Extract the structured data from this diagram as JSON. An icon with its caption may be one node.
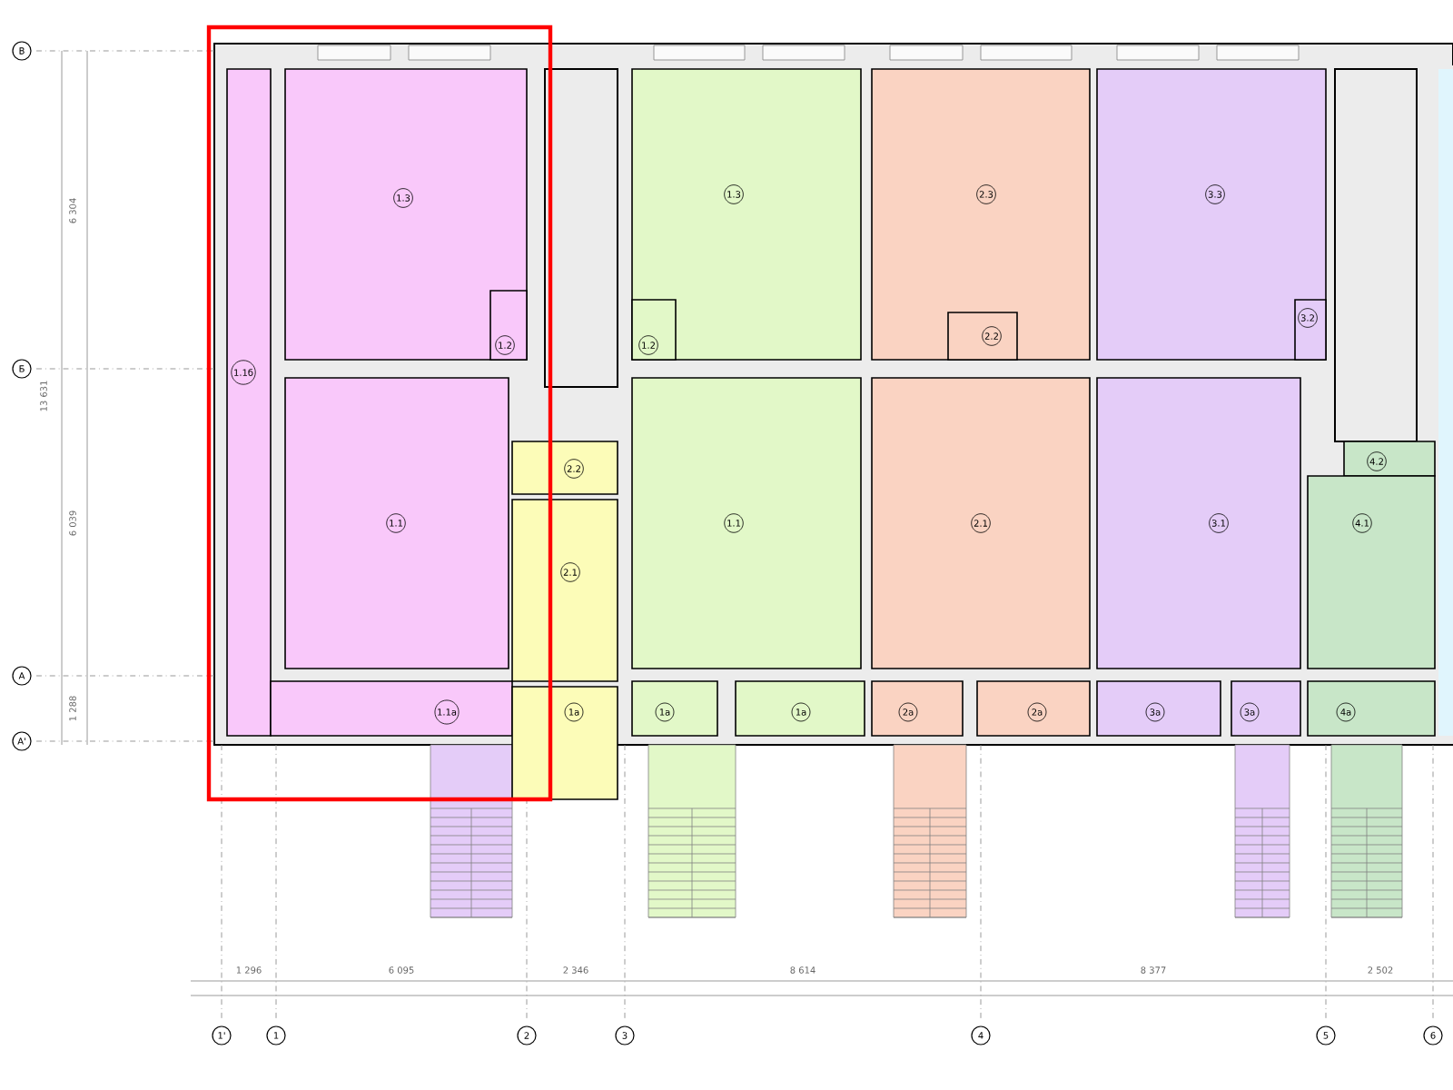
{
  "diagram": {
    "nodes": [
      {
        "text": [
          "1.1б"
        ]
      },
      {
        "text": [
          "1.3"
        ]
      },
      {
        "text": [
          "1.2"
        ],
        "in": 1
      },
      {
        "text": [
          "1.1"
        ]
      },
      {
        "text": [
          "1.1а"
        ]
      },
      {
        "text": [
          "2.2"
        ]
      },
      {
        "text": [
          "2.1"
        ]
      },
      {
        "text": [
          "1а"
        ]
      },
      {
        "text": [
          "1.3"
        ]
      },
      {
        "text": [
          "1.2"
        ],
        "in": 8
      },
      {
        "text": [
          "1.1"
        ]
      },
      {
        "text": [
          "1а"
        ]
      },
      {
        "text": [
          "1а"
        ]
      },
      {
        "text": [
          "2.3"
        ]
      },
      {
        "text": [
          "2.2"
        ],
        "in": 13
      },
      {
        "text": [
          "2.1"
        ]
      },
      {
        "text": [
          "2а"
        ]
      },
      {
        "text": [
          "2а"
        ]
      },
      {
        "text": [
          "3.3"
        ]
      },
      {
        "text": [
          "3.2"
        ],
        "in": 18
      },
      {
        "text": [
          "3.1"
        ]
      },
      {
        "text": [
          "3а"
        ]
      },
      {
        "text": [
          "3а"
        ]
      },
      {
        "text": [
          "4.2"
        ]
      },
      {
        "text": [
          "4.1"
        ]
      },
      {
        "text": [
          "4а"
        ]
      }
    ],
    "labels": [
      "В",
      "6 304",
      "13 631",
      "Б",
      "6 039",
      "А",
      "1 288",
      "А'",
      "1 296",
      "6 095",
      "2 346",
      "8 614",
      "8 377",
      "2 502",
      "1'",
      "1",
      "2",
      "3",
      "4",
      "5",
      "6"
    ]
  }
}
